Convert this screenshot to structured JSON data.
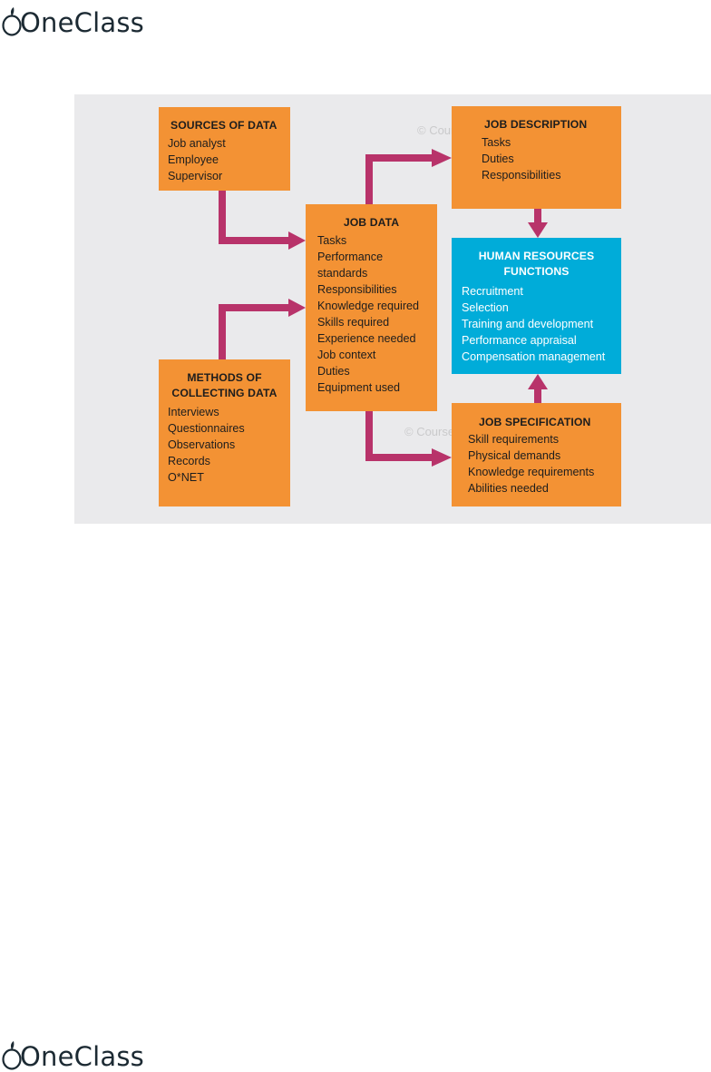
{
  "brand": {
    "name": "OneClass"
  },
  "colors": {
    "orange": "#f39234",
    "blue": "#00acd9",
    "arrow": "#b8336a",
    "background": "#eaeaec"
  },
  "diagram": {
    "watermark": "© Course",
    "sources": {
      "title": "SOURCES OF DATA",
      "items": [
        "Job analyst",
        "Employee",
        "Supervisor"
      ]
    },
    "methods": {
      "title": "METHODS OF\nCOLLECTING DATA",
      "items": [
        "Interviews",
        "Questionnaires",
        "Observations",
        "Records",
        "O*NET"
      ]
    },
    "job_data": {
      "title": "JOB DATA",
      "items": [
        "Tasks",
        "Performance\n    standards",
        "Responsibilities",
        "Knowledge required",
        "Skills required",
        "Experience needed",
        "Job context",
        "Duties",
        "Equipment used"
      ]
    },
    "job_description": {
      "title": "JOB DESCRIPTION",
      "items": [
        "Tasks",
        "Duties",
        "Responsibilities"
      ]
    },
    "hr_functions": {
      "title": "HUMAN RESOURCES\nFUNCTIONS",
      "items": [
        "Recruitment",
        "Selection",
        "Training and development",
        "Performance appraisal",
        "Compensation management"
      ]
    },
    "job_specification": {
      "title": "JOB SPECIFICATION",
      "items": [
        "Skill requirements",
        "Physical demands",
        "Knowledge requirements",
        "Abilities needed"
      ]
    }
  }
}
